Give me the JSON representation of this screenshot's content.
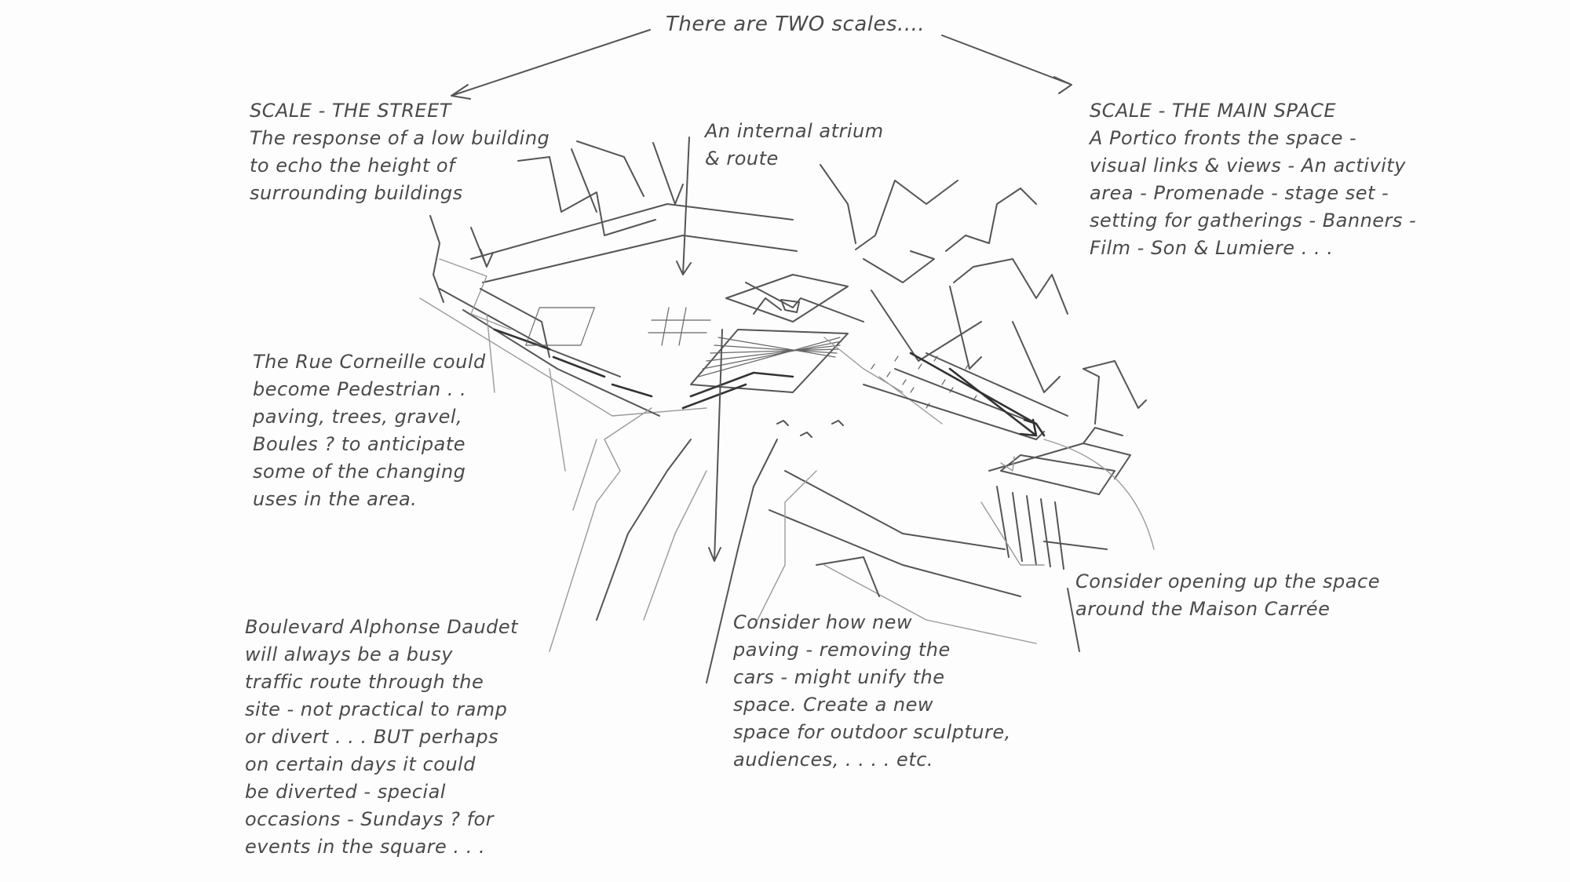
{
  "title": "There are TWO scales....",
  "notes": {
    "scale_street": {
      "heading": "SCALE - THE STREET",
      "lines": [
        "The response of a low building",
        "to echo the height of",
        "surrounding buildings"
      ]
    },
    "atrium": {
      "lines": [
        "An internal atrium",
        "& route"
      ]
    },
    "scale_main_space": {
      "heading": "SCALE - THE MAIN SPACE",
      "lines": [
        "A Portico fronts the space -",
        "visual links & views - An activity",
        "area - Promenade - stage set -",
        "setting for gatherings - Banners -",
        "Film - Son & Lumiere . . ."
      ]
    },
    "rue_corneille": {
      "lines": [
        "The Rue Corneille could",
        "become Pedestrian . .",
        "paving, trees, gravel,",
        "Boules ? to anticipate",
        "some of the changing",
        "uses in the area."
      ]
    },
    "maison_carree": {
      "lines": [
        "Consider opening up the space",
        "around the Maison Carrée"
      ]
    },
    "boulevard": {
      "lines": [
        "Boulevard Alphonse Daudet",
        "will always be a busy",
        "traffic route through the",
        "site - not practical to ramp",
        "or divert . . . BUT perhaps",
        "on certain days it could",
        "be diverted - special",
        "occasions - Sundays ? for",
        "events in the square . . ."
      ]
    },
    "paving": {
      "lines": [
        "Consider how new",
        "paving - removing the",
        "cars - might unify the",
        "space. Create a new",
        "space for outdoor sculpture,",
        "audiences, . . . . etc."
      ]
    }
  }
}
